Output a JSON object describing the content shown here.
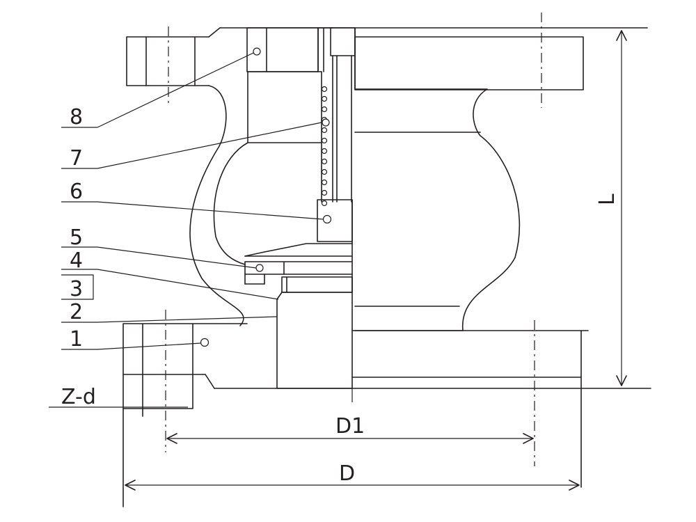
{
  "part_labels": [
    "8",
    "7",
    "6",
    "5",
    "4",
    "3",
    "2",
    "1",
    "Z-d"
  ],
  "dimensions": {
    "length": "L",
    "bolt_circle_diameter": "D1",
    "outer_diameter": "D"
  },
  "colors": {
    "line": "#231f20",
    "background": "#ffffff"
  }
}
